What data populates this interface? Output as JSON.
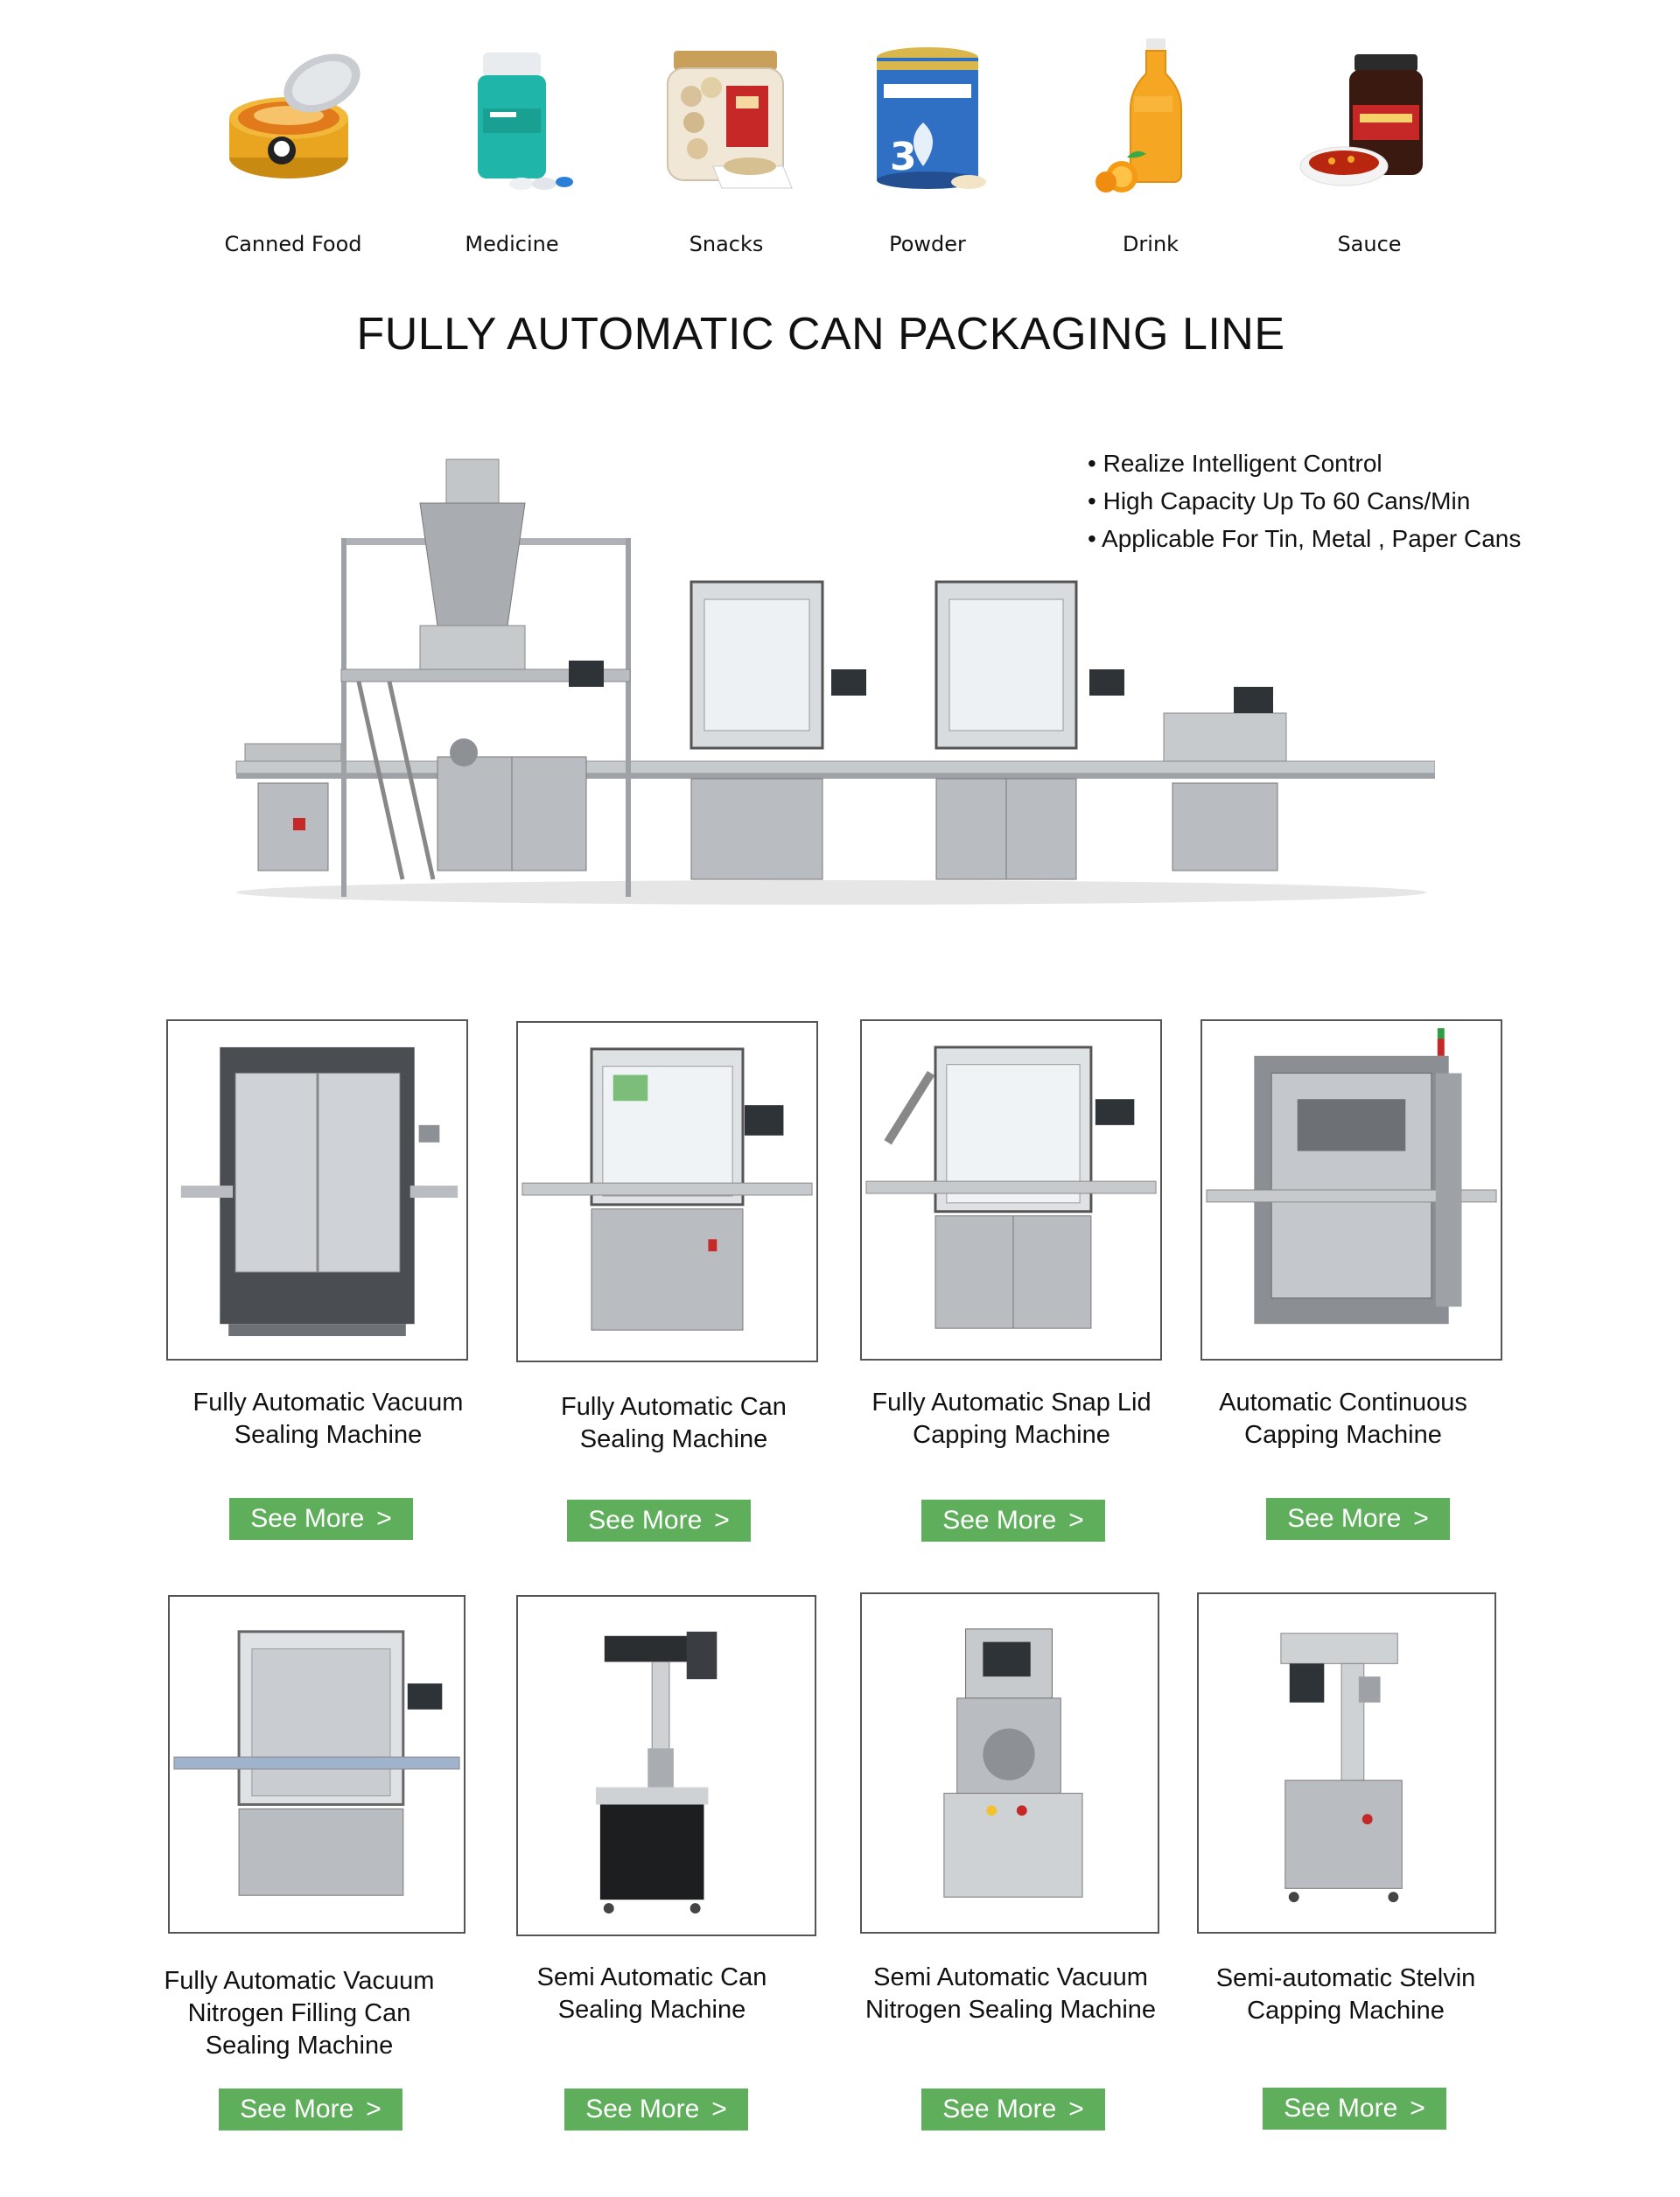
{
  "categories": [
    {
      "label": "Canned Food",
      "icon": "canned-food-icon"
    },
    {
      "label": "Medicine",
      "icon": "medicine-bottle-icon"
    },
    {
      "label": "Snacks",
      "icon": "snack-jar-icon"
    },
    {
      "label": "Powder",
      "icon": "milk-powder-can-icon"
    },
    {
      "label": "Drink",
      "icon": "juice-bottle-icon"
    },
    {
      "label": "Sauce",
      "icon": "sauce-jar-icon"
    }
  ],
  "title": "FULLY AUTOMATIC CAN PACKAGING LINE",
  "features": [
    "Realize Intelligent Control",
    "High Capacity Up To 60 Cans/Min",
    "Applicable For Tin, Metal , Paper Cans"
  ],
  "products": [
    {
      "name": "Fully Automatic Vacuum Sealing Machine",
      "line1": "Fully Automatic Vacuum",
      "line2": "Sealing Machine",
      "line3": "",
      "button": "See More",
      "chevron": ">"
    },
    {
      "name": "Fully Automatic Can Sealing Machine",
      "line1": "Fully Automatic Can",
      "line2": "Sealing Machine",
      "line3": "",
      "button": "See More",
      "chevron": ">"
    },
    {
      "name": "Fully Automatic Snap Lid Capping Machine",
      "line1": "Fully Automatic Snap Lid",
      "line2": "Capping Machine",
      "line3": "",
      "button": "See More",
      "chevron": ">"
    },
    {
      "name": "Automatic Continuous Capping Machine",
      "line1": "Automatic Continuous",
      "line2": "Capping Machine",
      "line3": "",
      "button": "See More",
      "chevron": ">"
    },
    {
      "name": "Fully Automatic Vacuum Nitrogen Filling Can Sealing Machine",
      "line1": "Fully Automatic Vacuum",
      "line2": "Nitrogen Filling Can",
      "line3": "Sealing Machine",
      "button": "See More",
      "chevron": ">"
    },
    {
      "name": "Semi Automatic Can Sealing Machine",
      "line1": "Semi Automatic Can",
      "line2": "Sealing Machine",
      "line3": "",
      "button": "See More",
      "chevron": ">"
    },
    {
      "name": "Semi Automatic Vacuum Nitrogen Sealing Machine",
      "line1": "Semi Automatic Vacuum",
      "line2": "Nitrogen Sealing Machine",
      "line3": "",
      "button": "See More",
      "chevron": ">"
    },
    {
      "name": "Semi-automatic Stelvin Capping Machine",
      "line1": "Semi-automatic Stelvin",
      "line2": "Capping  Machine",
      "line3": "",
      "button": "See More",
      "chevron": ">"
    }
  ],
  "colors": {
    "button_green": "#5fae5c",
    "steel": "#b9bcc0",
    "dark_steel": "#5a5e63",
    "card_border": "#555555"
  }
}
